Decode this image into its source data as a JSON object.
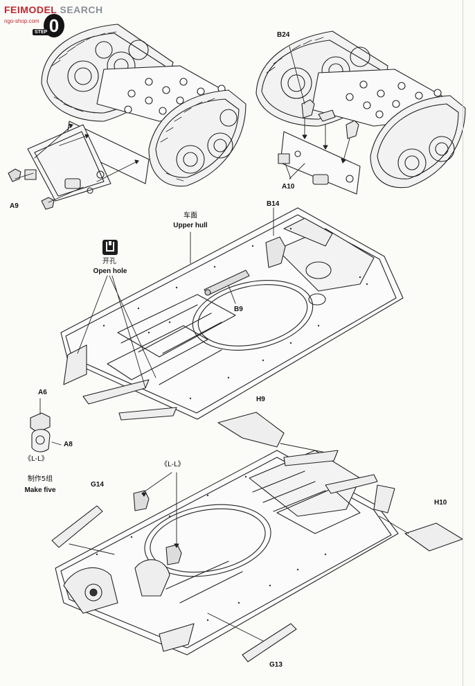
{
  "watermark": {
    "line1a": "FEI",
    "line1b": "MODEL",
    "line1c": " SEARCH",
    "line2": "ngo-shop.com"
  },
  "step": {
    "number": "0",
    "tag": "STEP"
  },
  "labels": {
    "a9": "A9",
    "b24": "B24",
    "a10": "A10",
    "b14": "B14",
    "upper_hull_cn": "车面",
    "upper_hull_en": "Upper hull",
    "open_hole_cn": "开孔",
    "open_hole_en": "Open hole",
    "b9": "B9",
    "a6": "A6",
    "a8": "A8",
    "ll_left": "《L-L》",
    "ll_mid": "《L-L》",
    "make_five_cn": "制作5组",
    "make_five_en": "Make five",
    "h9": "H9",
    "g14": "G14",
    "h10": "H10",
    "g13": "G13"
  },
  "icons": {
    "step_badge": "step-badge-icon",
    "open_hole": "drill-hole-icon"
  }
}
